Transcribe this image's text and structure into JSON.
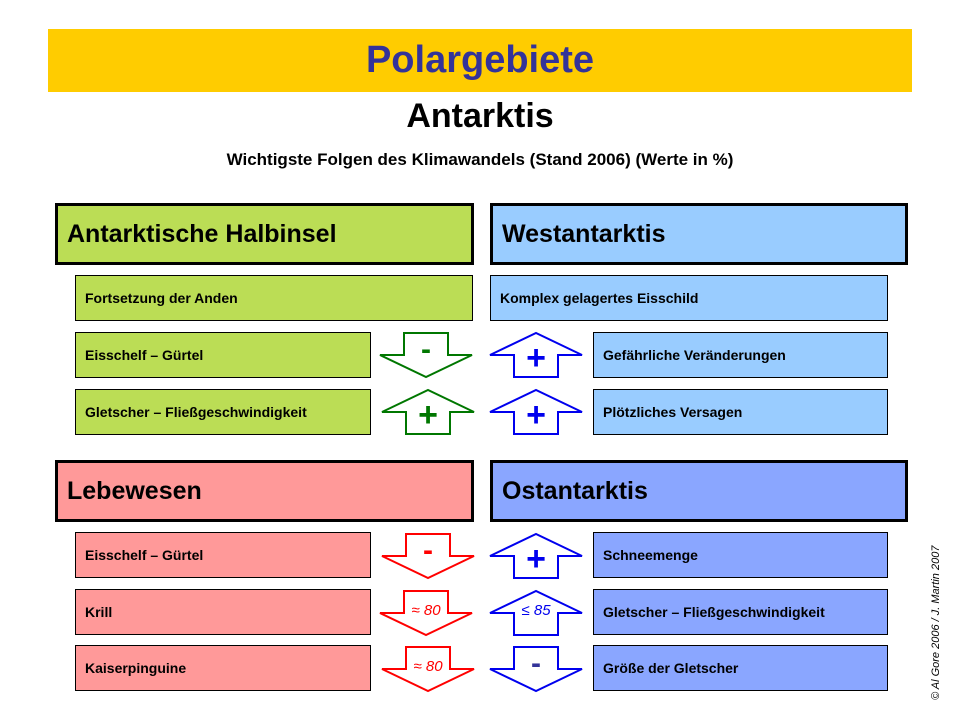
{
  "banner": {
    "title": "Polargebiete",
    "color": "#ffcc00",
    "text_color": "#333399"
  },
  "subtitle": "Antarktis",
  "caption": "Wichtigste Folgen des Klimawandels (Stand 2006) (Werte in %)",
  "sections": {
    "halbinsel": {
      "title": "Antarktische Halbinsel",
      "color": "#bbdd55",
      "items": [
        {
          "label": "Fortsetzung der Anden"
        },
        {
          "label": "Eisschelf – Gürtel",
          "direction": "down",
          "symbol": "-"
        },
        {
          "label": "Gletscher – Fließgeschwindigkeit",
          "direction": "up",
          "symbol": "+"
        }
      ]
    },
    "west": {
      "title": "Westantarktis",
      "color": "#99ccff",
      "items": [
        {
          "label": "Komplex gelagertes Eisschild"
        },
        {
          "label": "Gefährliche Veränderungen",
          "direction": "up",
          "symbol": "+"
        },
        {
          "label": "Plötzliches Versagen",
          "direction": "up",
          "symbol": "+"
        }
      ]
    },
    "lebewesen": {
      "title": "Lebewesen",
      "color": "#ff9999",
      "items": [
        {
          "label": "Eisschelf – Gürtel",
          "direction": "down",
          "symbol": "-"
        },
        {
          "label": "Krill",
          "direction": "down",
          "symbol": "≈ 80"
        },
        {
          "label": "Kaiserpinguine",
          "direction": "down",
          "symbol": "≈ 80"
        }
      ]
    },
    "ost": {
      "title": "Ostantarktis",
      "color": "#8aa6ff",
      "items": [
        {
          "label": "Schneemenge",
          "direction": "up",
          "symbol": "+"
        },
        {
          "label": "Gletscher – Fließgeschwindigkeit",
          "direction": "up",
          "symbol": "≤ 85"
        },
        {
          "label": "Größe der Gletscher",
          "direction": "down",
          "symbol": "-"
        }
      ]
    }
  },
  "arrow_colors": {
    "green": "#007700",
    "blue": "#0000ee",
    "red": "#ff0000"
  },
  "copyright": "© Al Gore 2006 / J. Martin 2007"
}
